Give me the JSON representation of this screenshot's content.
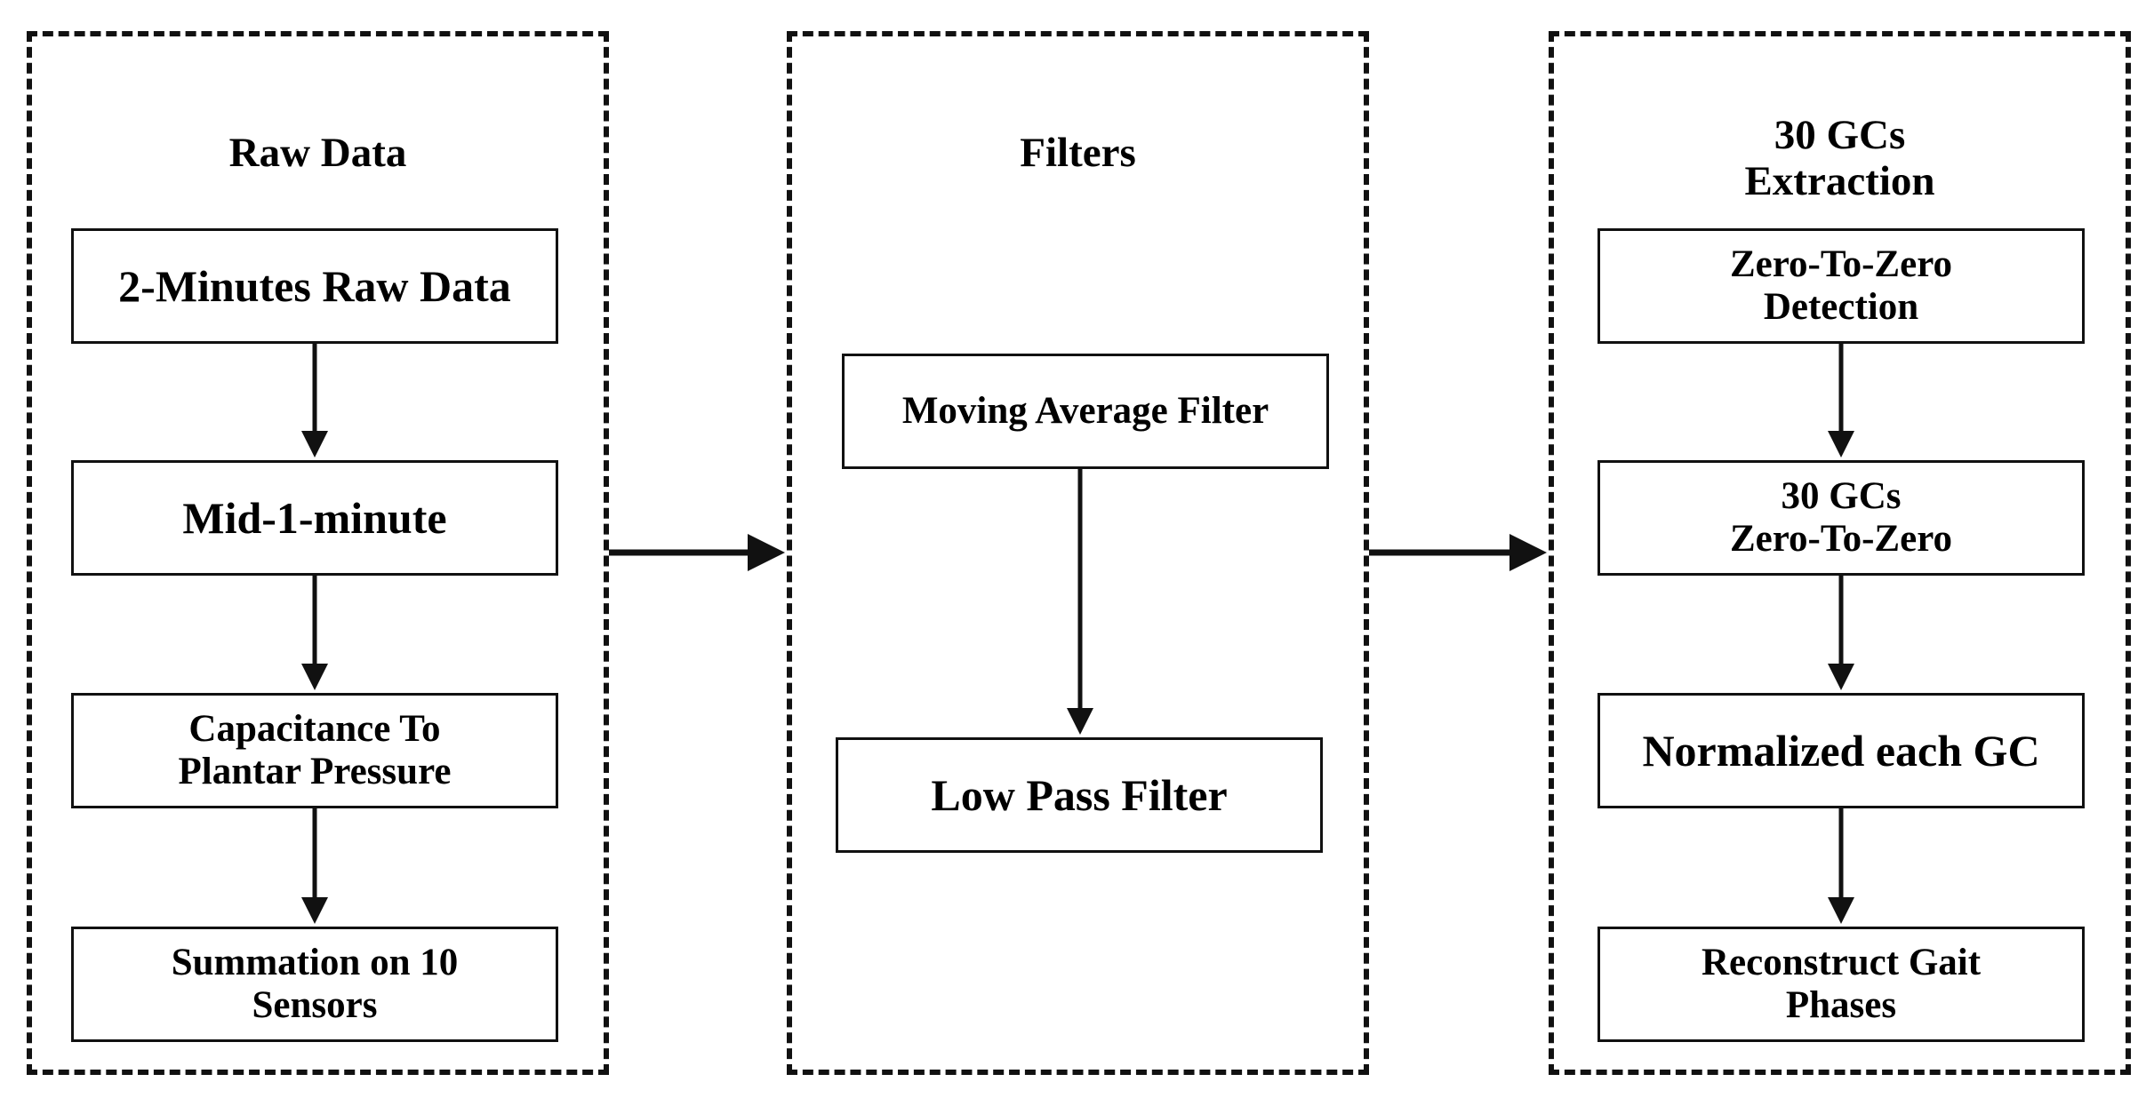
{
  "panels": [
    {
      "title": "Raw Data",
      "nodes": [
        "2-Minutes Raw Data",
        "Mid-1-minute",
        "Capacitance To\nPlantar Pressure",
        "Summation on 10\nSensors"
      ]
    },
    {
      "title": "Filters",
      "nodes": [
        "Moving Average Filter",
        "Low Pass Filter"
      ]
    },
    {
      "title": "30 GCs\nExtraction",
      "nodes": [
        "Zero-To-Zero\nDetection",
        "30 GCs\nZero-To-Zero",
        "Normalized each GC",
        "Reconstruct Gait\nPhases"
      ]
    }
  ]
}
